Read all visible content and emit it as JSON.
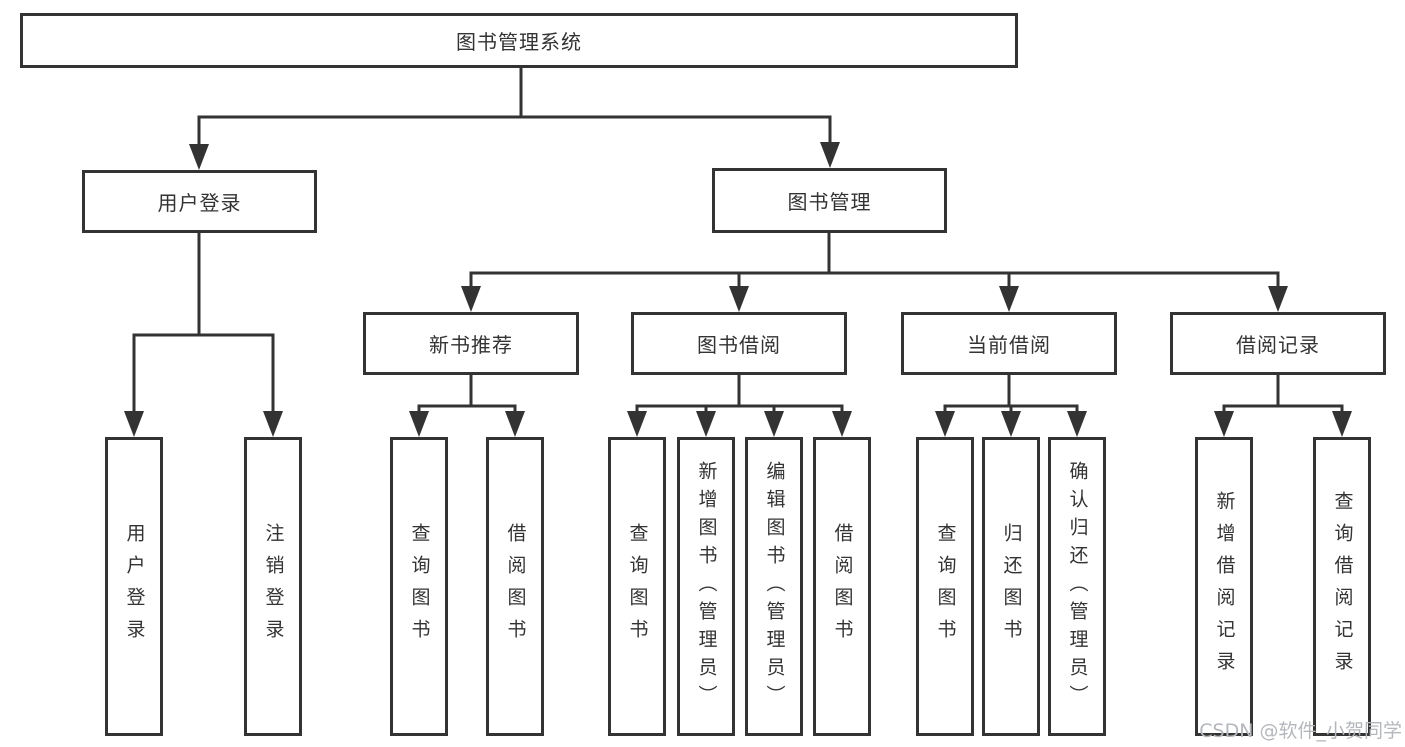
{
  "colors": {
    "line": "#333333",
    "text": "#333333",
    "background": "#ffffff",
    "watermark": "#b4b7bc"
  },
  "tree": {
    "root": "图书管理系统",
    "children": [
      {
        "label": "用户登录",
        "children": [
          "用户登录",
          "注销登录"
        ]
      },
      {
        "label": "图书管理",
        "children": [
          {
            "label": "新书推荐",
            "children": [
              "查询图书",
              "借阅图书"
            ]
          },
          {
            "label": "图书借阅",
            "children": [
              "查询图书",
              "新增图书（管理员）",
              "编辑图书（管理员）",
              "借阅图书"
            ]
          },
          {
            "label": "当前借阅",
            "children": [
              "查询图书",
              "归还图书",
              "确认归还（管理员）"
            ]
          },
          {
            "label": "借阅记录",
            "children": [
              "新增借阅记录",
              "查询借阅记录"
            ]
          }
        ]
      }
    ]
  },
  "watermark": "CSDN @软件_小贺同学"
}
